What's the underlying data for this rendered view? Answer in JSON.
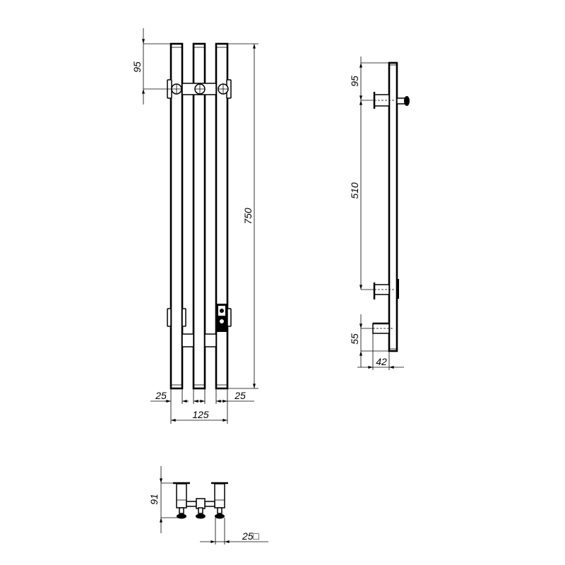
{
  "front_view": {
    "dim_top_offset": "95",
    "dim_height": "750",
    "dim_left_bar": "25",
    "dim_right_bar": "25",
    "dim_width": "125"
  },
  "side_view": {
    "dim_top_offset": "95",
    "dim_bracket_spacing": "510",
    "dim_bottom_offset": "55",
    "dim_depth": "42"
  },
  "bottom_view": {
    "dim_projection": "91",
    "dim_profile": "25□"
  }
}
